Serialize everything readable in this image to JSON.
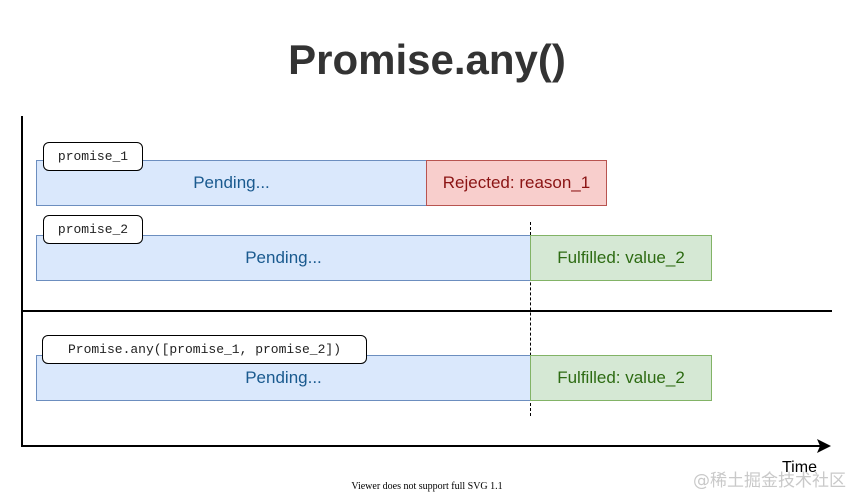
{
  "title": "Promise.any()",
  "rows": [
    {
      "label": "promise_1",
      "pending_text": "Pending...",
      "outcome": {
        "state": "rejected",
        "text": "Rejected: reason_1"
      }
    },
    {
      "label": "promise_2",
      "pending_text": "Pending...",
      "outcome": {
        "state": "fulfilled",
        "text": "Fulfilled: value_2"
      }
    },
    {
      "label": "Promise.any([promise_1, promise_2])",
      "pending_text": "Pending...",
      "outcome": {
        "state": "fulfilled",
        "text": "Fulfilled: value_2"
      }
    }
  ],
  "axis": {
    "x_label": "Time"
  },
  "footer": "Viewer does not support full SVG 1.1",
  "watermark": "@稀土掘金技术社区",
  "colors": {
    "pending_fill": "#dae8fc",
    "pending_text": "#1a5a8f",
    "rejected_fill": "#f8cecc",
    "rejected_text": "#8b1414",
    "fulfilled_fill": "#d5e8d4",
    "fulfilled_text": "#2d6b12"
  }
}
